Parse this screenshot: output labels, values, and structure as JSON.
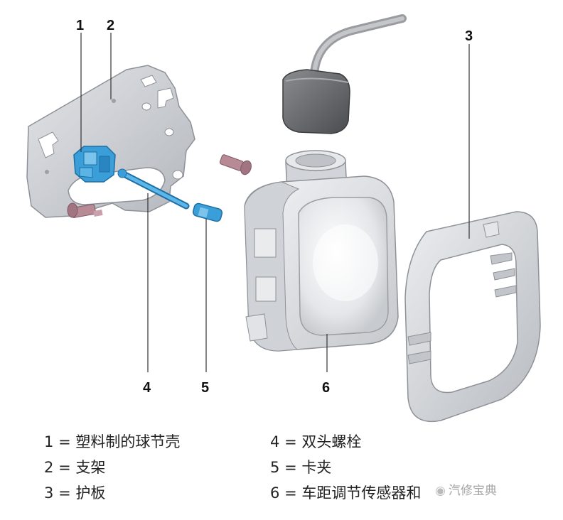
{
  "callouts": {
    "c1": "1",
    "c2": "2",
    "c3": "3",
    "c4": "4",
    "c5": "5",
    "c6": "6"
  },
  "legend": {
    "left": [
      {
        "num": "1",
        "eq": "=",
        "text": "塑料制的球节壳"
      },
      {
        "num": "2",
        "eq": "=",
        "text": "支架"
      },
      {
        "num": "3",
        "eq": "=",
        "text": "护板"
      }
    ],
    "right": [
      {
        "num": "4",
        "eq": "=",
        "text": "双头螺栓"
      },
      {
        "num": "5",
        "eq": "=",
        "text": "卡夹"
      },
      {
        "num": "6",
        "eq": "=",
        "text": "车距调节传感器和"
      }
    ]
  },
  "watermark": "汽修宝典",
  "colors": {
    "bracket": "#c9ccd1",
    "part_blue": "#3a9fd8",
    "screw": "#b88a96",
    "sensor": "#dfe1e4",
    "shield": "#d7d9dc",
    "leader": "#333333"
  }
}
